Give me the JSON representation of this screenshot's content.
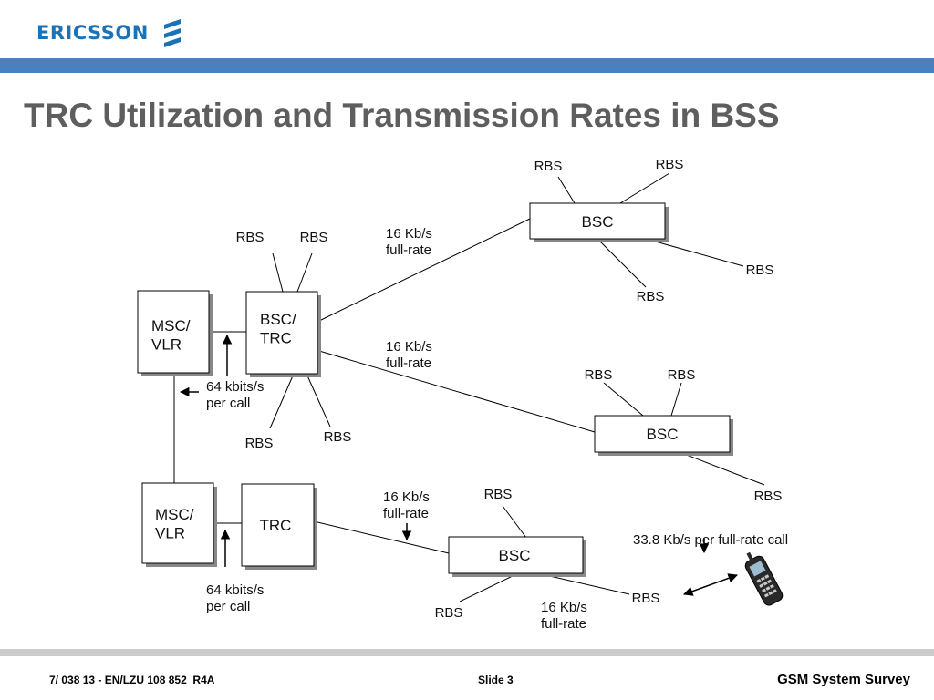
{
  "header": {
    "brand": "ERICSSON",
    "title": "TRC Utilization and Transmission Rates in BSS"
  },
  "colors": {
    "brand_blue": "#1a73b6",
    "top_bar": "#4a80c0",
    "title_gray": "#5e5e5e",
    "bottom_bar": "#cccccc"
  },
  "diagram": {
    "nodes": {
      "msc1": "MSC/\nVLR",
      "bsctrc": "BSC/\nTRC",
      "bsc_top": "BSC",
      "bsc_mid": "BSC",
      "msc2": "MSC/\nVLR",
      "trc": "TRC",
      "bsc_bottom": "BSC"
    },
    "rbs_label": "RBS",
    "labels": {
      "rate_top": "16 Kb/s\nfull-rate",
      "rate_mid": "16 Kb/s\nfull-rate",
      "rate_bottom": "16 Kb/s\nfull-rate",
      "rate_bottom_right": "16 Kb/s\nfull-rate",
      "per_call_1": "64 kbits/s\nper call",
      "per_call_2": "64 kbits/s\nper call",
      "air_rate": "33.8 Kb/s per full-rate call"
    }
  },
  "footer": {
    "doc_id": "7/ 038 13 - EN/LZU 108 852  R4A",
    "slide": "Slide 3",
    "course": "GSM System Survey"
  }
}
